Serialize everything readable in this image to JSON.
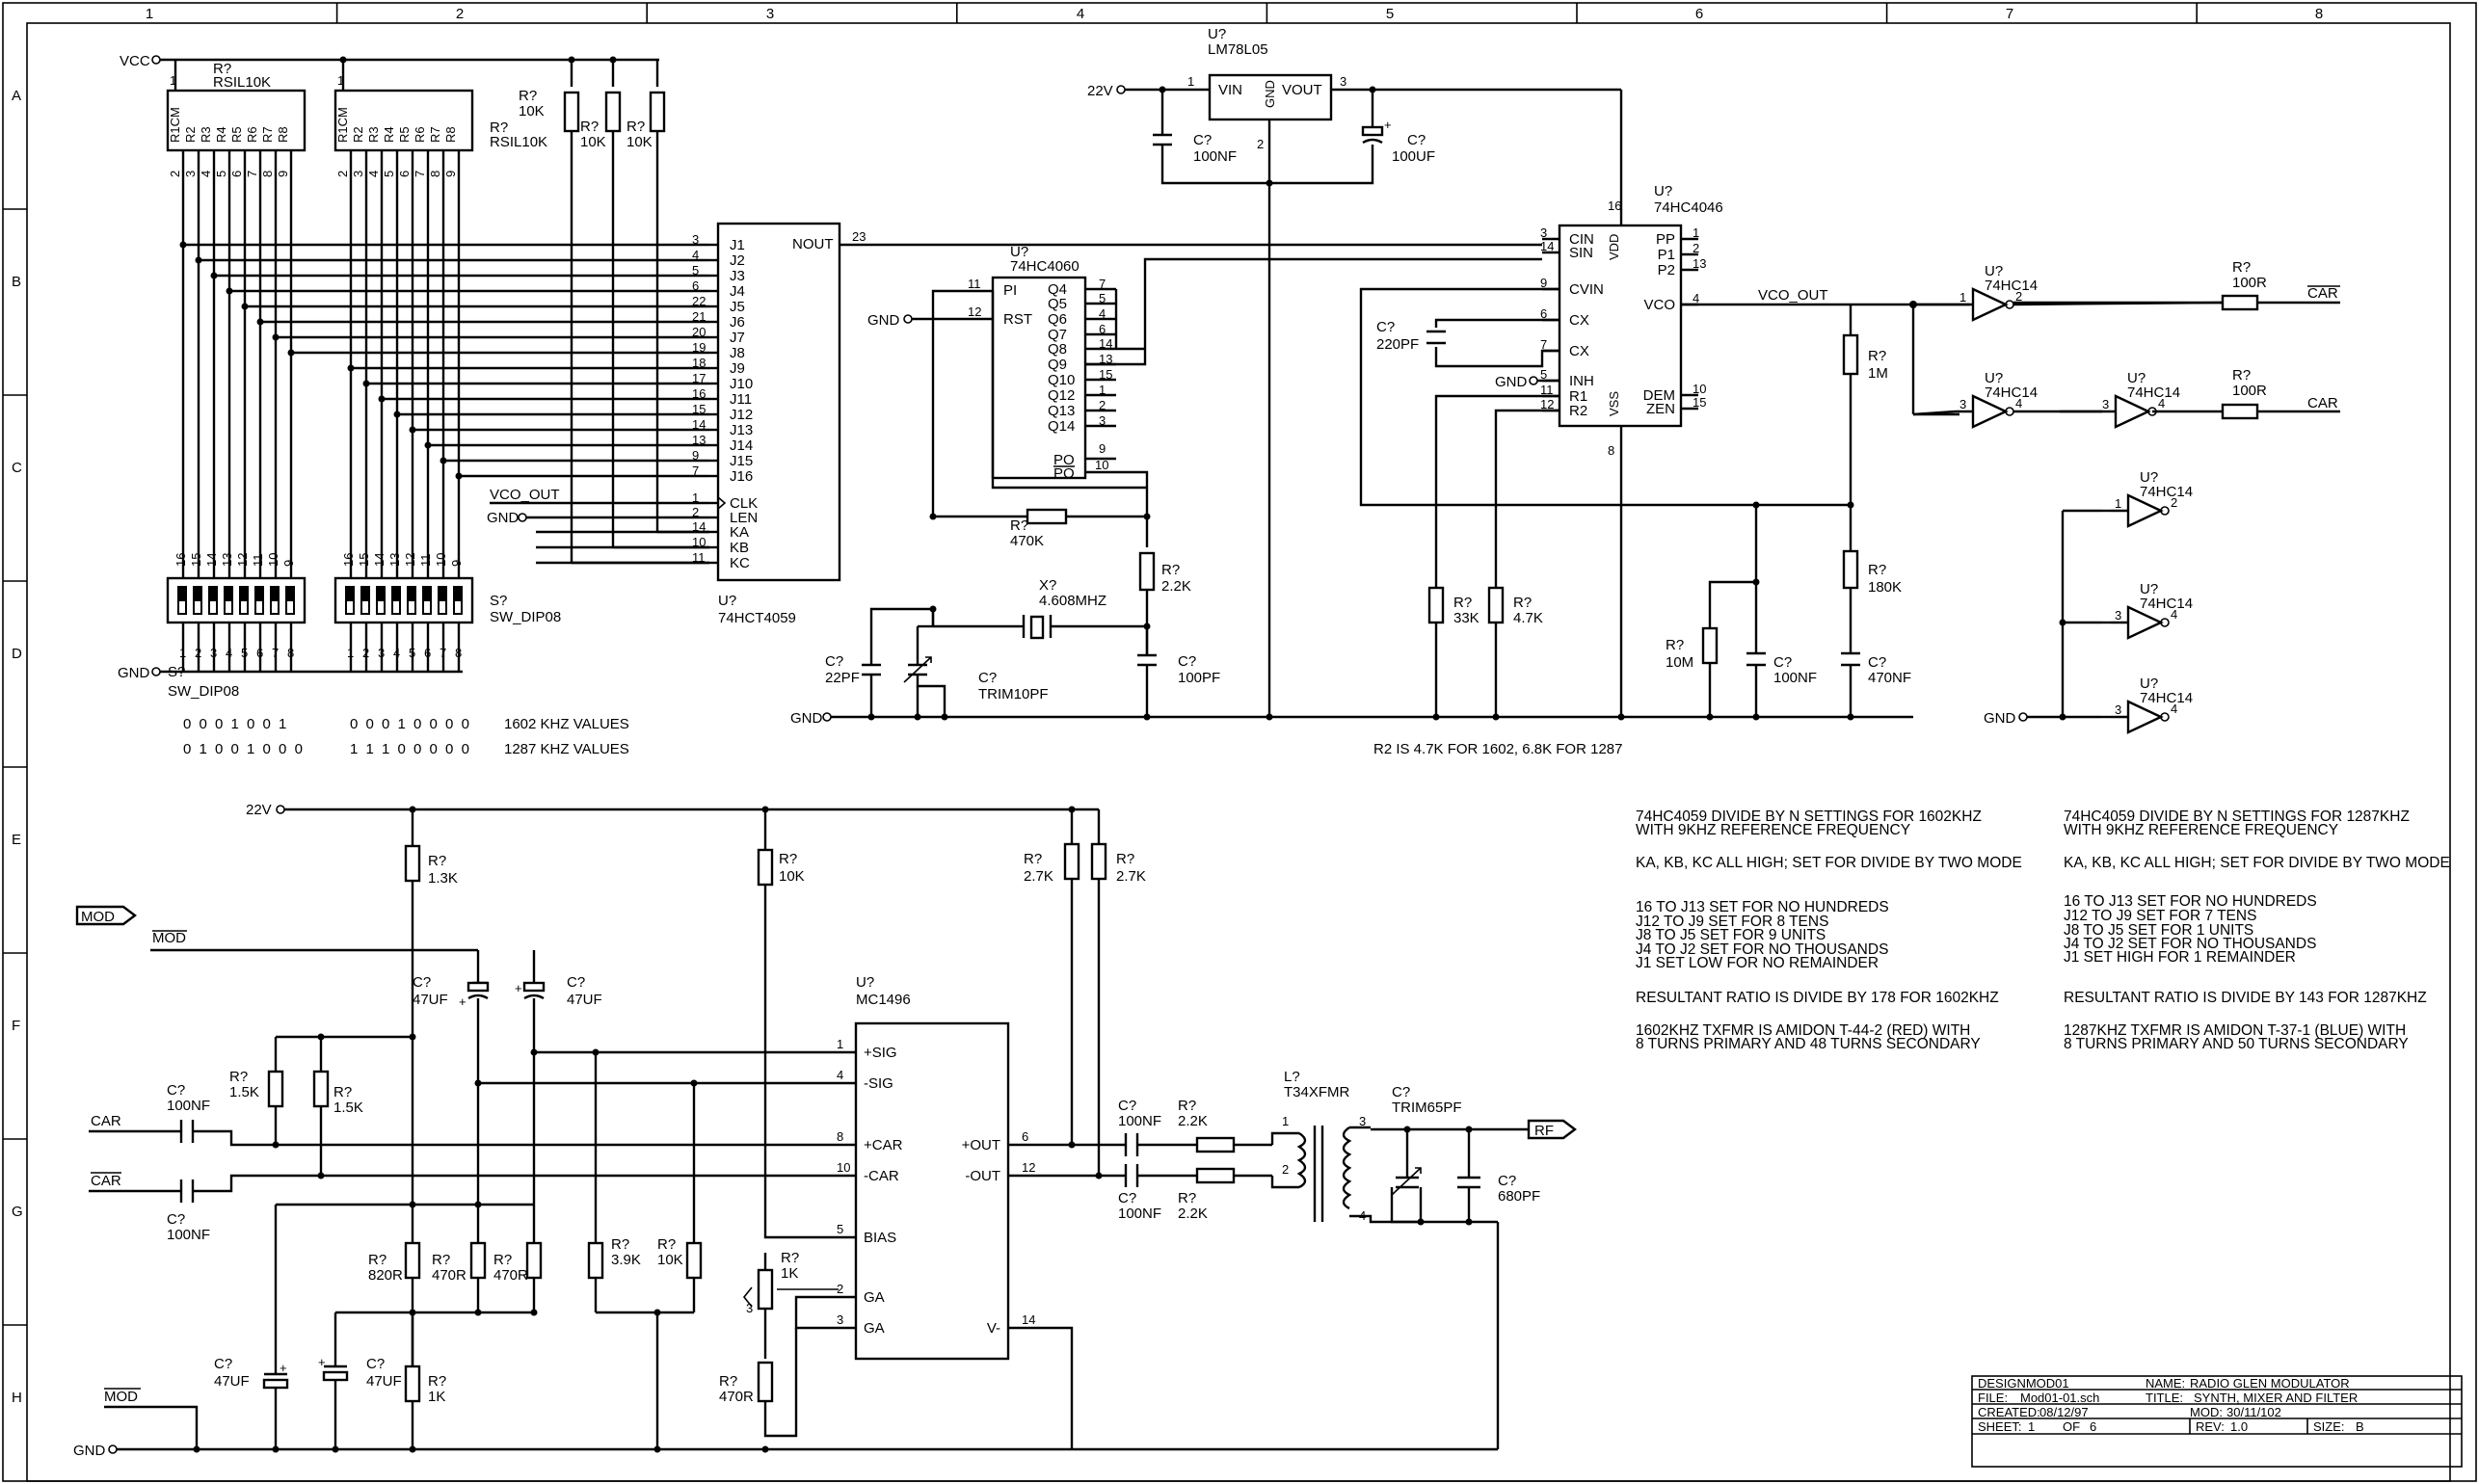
{
  "border": {
    "columns": [
      "1",
      "2",
      "3",
      "4",
      "5",
      "6",
      "7",
      "8"
    ],
    "rows": [
      "A",
      "B",
      "C",
      "D",
      "E",
      "F",
      "G",
      "H"
    ]
  },
  "nets": {
    "vcc": "VCC",
    "gnd": "GND",
    "v22": "22V",
    "vco_out": "VCO_OUT",
    "car": "CAR",
    "car_bar": "CAR",
    "mod": "MOD",
    "mod_bar": "MOD",
    "rf": "RF"
  },
  "parts": {
    "rn1": {
      "ref": "R?",
      "value": "RSIL10K",
      "pins": [
        "R1CM",
        "R2",
        "R3",
        "R4",
        "R5",
        "R6",
        "R7",
        "R8"
      ]
    },
    "rn2": {
      "ref": "R?",
      "value": "RSIL10K",
      "pins": [
        "R1CM",
        "R2",
        "R3",
        "R4",
        "R5",
        "R6",
        "R7",
        "R8"
      ]
    },
    "r10k_a": {
      "ref": "R?",
      "value": "10K"
    },
    "r10k_b": {
      "ref": "R?",
      "value": "10K"
    },
    "r10k_c": {
      "ref": "R?",
      "value": "10K"
    },
    "sw1": {
      "ref": "S?",
      "value": "SW_DIP08"
    },
    "sw2": {
      "ref": "S?",
      "value": "SW_DIP08"
    },
    "u4059": {
      "ref": "U?",
      "value": "74HCT4059",
      "out": "NOUT",
      "pins": [
        "J1",
        "J2",
        "J3",
        "J4",
        "J5",
        "J6",
        "J7",
        "J8",
        "J9",
        "J10",
        "J11",
        "J12",
        "J13",
        "J14",
        "J15",
        "J16"
      ],
      "pin_nums": [
        "3",
        "4",
        "5",
        "6",
        "22",
        "21",
        "20",
        "19",
        "18",
        "17",
        "16",
        "15",
        "14",
        "13",
        "9",
        "7"
      ],
      "ctrl_pins": [
        "CLK",
        "LEN",
        "KA",
        "KB",
        "KC"
      ],
      "ctrl_nums": [
        "1",
        "2",
        "14",
        "10",
        "11"
      ]
    },
    "u4060": {
      "ref": "U?",
      "value": "74HC4060",
      "outs": [
        "Q4",
        "Q5",
        "Q6",
        "Q7",
        "Q8",
        "Q9",
        "Q10",
        "Q12",
        "Q13",
        "Q14"
      ],
      "out_nums": [
        "7",
        "5",
        "4",
        "6",
        "14",
        "13",
        "15",
        "1",
        "2",
        "3"
      ],
      "pi": "PI",
      "rst": "RST",
      "po": "PO",
      "po_bar": "PO"
    },
    "reg": {
      "ref": "U?",
      "value": "LM78L05",
      "vin": "VIN",
      "vout": "VOUT",
      "gnd": "GND"
    },
    "c_reg_in": {
      "ref": "C?",
      "value": "100NF"
    },
    "c_reg_out": {
      "ref": "C?",
      "value": "100UF"
    },
    "u4046": {
      "ref": "U?",
      "value": "74HC4046",
      "left": [
        "CIN",
        "SIN",
        "CVIN",
        "CX",
        "CX",
        "INH",
        "R1",
        "R2"
      ],
      "right": [
        "PP",
        "P1",
        "P2",
        "VCO",
        "DEM",
        "ZEN"
      ],
      "vdd": "VDD",
      "vss": "VSS"
    },
    "c220": {
      "ref": "C?",
      "value": "220PF"
    },
    "r1m": {
      "ref": "R?",
      "value": "1M"
    },
    "r180k": {
      "ref": "R?",
      "value": "180K"
    },
    "r33k": {
      "ref": "R?",
      "value": "33K"
    },
    "r47k": {
      "ref": "R?",
      "value": "4.7K"
    },
    "r10m": {
      "ref": "R?",
      "value": "10M"
    },
    "c100n_pll": {
      "ref": "C?",
      "value": "100NF"
    },
    "c470n": {
      "ref": "C?",
      "value": "470NF"
    },
    "r470k": {
      "ref": "R?",
      "value": "470K"
    },
    "r22k_osc": {
      "ref": "R?",
      "value": "2.2K"
    },
    "xtal": {
      "ref": "X?",
      "value": "4.608MHZ"
    },
    "c22p": {
      "ref": "C?",
      "value": "22PF"
    },
    "ctrim10": {
      "ref": "C?",
      "value": "TRIM10PF"
    },
    "c100p": {
      "ref": "C?",
      "value": "100PF"
    },
    "hc14": {
      "ref": "U?",
      "value": "74HC14"
    },
    "r100r_a": {
      "ref": "R?",
      "value": "100R"
    },
    "r100r_b": {
      "ref": "R?",
      "value": "100R"
    },
    "r13k": {
      "ref": "R?",
      "value": "1.3K"
    },
    "c47u_a": {
      "ref": "C?",
      "value": "47UF"
    },
    "c47u_b": {
      "ref": "C?",
      "value": "47UF"
    },
    "r15k_a": {
      "ref": "R?",
      "value": "1.5K"
    },
    "r15k_b": {
      "ref": "R?",
      "value": "1.5K"
    },
    "c100n_car": {
      "ref": "C?",
      "value": "100NF"
    },
    "c100n_carb": {
      "ref": "C?",
      "value": "100NF"
    },
    "r10k_bias": {
      "ref": "R?",
      "value": "10K"
    },
    "r27k_a": {
      "ref": "R?",
      "value": "2.7K"
    },
    "r27k_b": {
      "ref": "R?",
      "value": "2.7K"
    },
    "mc1496": {
      "ref": "U?",
      "value": "MC1496",
      "left": [
        "+SIG",
        "-SIG",
        "+CAR",
        "-CAR",
        "BIAS",
        "GA",
        "GA"
      ],
      "left_nums": [
        "1",
        "4",
        "8",
        "10",
        "5",
        "2",
        "3"
      ],
      "right": [
        "+OUT",
        "-OUT",
        "V-"
      ],
      "right_nums": [
        "6",
        "12",
        "14"
      ]
    },
    "r820r": {
      "ref": "R?",
      "value": "820R"
    },
    "r470r_a": {
      "ref": "R?",
      "value": "470R"
    },
    "r470r_b": {
      "ref": "R?",
      "value": "470R"
    },
    "r39k": {
      "ref": "R?",
      "value": "3.9K"
    },
    "r10k_g": {
      "ref": "R?",
      "value": "10K"
    },
    "rpot1k": {
      "ref": "R?",
      "value": "1K"
    },
    "r470r_c": {
      "ref": "R?",
      "value": "470R"
    },
    "c47u_c": {
      "ref": "C?",
      "value": "47UF"
    },
    "c47u_d": {
      "ref": "C?",
      "value": "47UF"
    },
    "r1k_h": {
      "ref": "R?",
      "value": "1K"
    },
    "c100n_out1": {
      "ref": "C?",
      "value": "100NF"
    },
    "c100n_out2": {
      "ref": "C?",
      "value": "100NF"
    },
    "r22k_o1": {
      "ref": "R?",
      "value": "2.2K"
    },
    "r22k_o2": {
      "ref": "R?",
      "value": "2.2K"
    },
    "xfmr": {
      "ref": "L?",
      "value": "T34XFMR"
    },
    "ctrim65": {
      "ref": "C?",
      "value": "TRIM65PF"
    },
    "c680p": {
      "ref": "C?",
      "value": "680PF"
    }
  },
  "switch_values": {
    "row1": {
      "sw1": "0 0 0 1 0 0 1",
      "sw2": "0 0 0 1 0 0 0 0",
      "label": "1602 KHZ VALUES"
    },
    "row2": {
      "sw1": "0 1 0 0 1 0 0 0",
      "sw2": "1 1 1 0 0 0 0 0",
      "label": "1287 KHZ VALUES"
    }
  },
  "r2_note": "R2 IS 4.7K FOR 1602, 6.8K FOR 1287",
  "notes_1602": [
    "74HC4059 DIVIDE BY N SETTINGS FOR 1602KHZ",
    "WITH 9KHZ REFERENCE FREQUENCY",
    "KA, KB, KC ALL HIGH; SET FOR DIVIDE BY TWO MODE",
    "16 TO J13 SET FOR NO HUNDREDS",
    "J12 TO J9 SET FOR 8 TENS",
    "J8 TO J5 SET FOR 9 UNITS",
    "J4 TO J2 SET FOR NO THOUSANDS",
    "J1 SET LOW FOR NO REMAINDER",
    "RESULTANT RATIO IS DIVIDE BY 178 FOR 1602KHZ",
    "1602KHZ TXFMR IS AMIDON T-44-2 (RED) WITH",
    "8 TURNS PRIMARY AND 48 TURNS SECONDARY"
  ],
  "notes_1287": [
    "74HC4059 DIVIDE BY N SETTINGS FOR 1287KHZ",
    "WITH 9KHZ REFERENCE FREQUENCY",
    "KA, KB, KC ALL HIGH; SET FOR DIVIDE BY TWO MODE",
    "16 TO J13 SET FOR NO HUNDREDS",
    "J12 TO J9 SET FOR 7 TENS",
    "J8 TO J5 SET FOR 1 UNITS",
    "J4 TO J2 SET FOR NO THOUSANDS",
    "J1 SET HIGH FOR 1 REMAINDER",
    "RESULTANT RATIO IS DIVIDE BY 143 FOR 1287KHZ",
    "1287KHZ TXFMR IS AMIDON T-37-1 (BLUE) WITH",
    "8 TURNS PRIMARY AND 50 TURNS SECONDARY"
  ],
  "title_block": {
    "design": "DESIGNMOD01",
    "name_label": "NAME:",
    "name": "RADIO GLEN MODULATOR",
    "file_label": "FILE:",
    "file": "Mod01-01.sch",
    "title_label": "TITLE:",
    "title": "SYNTH, MIXER AND FILTER",
    "created_label": "CREATED:",
    "created": "08/12/97",
    "mod_label": "MOD:",
    "mod": "30/11/102",
    "sheet_label": "SHEET:",
    "sheet": "1",
    "of_label": "OF",
    "of": "6",
    "rev_label": "REV:",
    "rev": "1.0",
    "size_label": "SIZE:",
    "size": "B"
  }
}
